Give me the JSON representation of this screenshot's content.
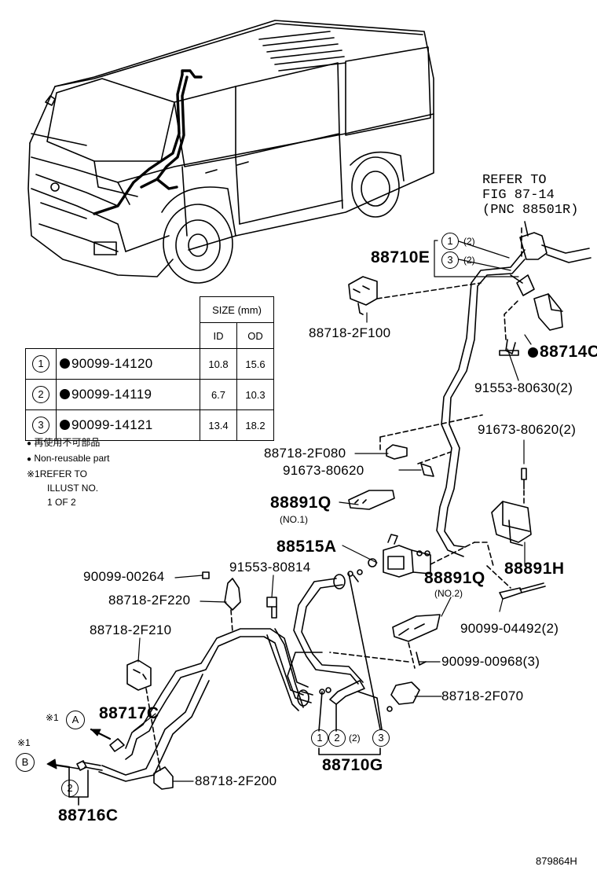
{
  "refer_box": {
    "line1": "REFER TO",
    "line2": "FIG 87-14",
    "line3": "(PNC 88501R)"
  },
  "size_table": {
    "header_size": "SIZE (mm)",
    "header_id": "ID",
    "header_od": "OD",
    "rows": [
      {
        "no": "1",
        "part": "90099-14120",
        "id": "10.8",
        "od": "15.6"
      },
      {
        "no": "2",
        "part": "90099-14119",
        "id": "6.7",
        "od": "10.3"
      },
      {
        "no": "3",
        "part": "90099-14121",
        "id": "13.4",
        "od": "18.2"
      }
    ]
  },
  "notes": {
    "jp": "再使用不可部品",
    "en": "Non-reusable part",
    "ref_mark": "※1",
    "ref1": "REFER TO",
    "ref2": "ILLUST NO.",
    "ref3": "1 OF 2"
  },
  "callouts": {
    "c1": "1",
    "c2": "2",
    "c3": "3",
    "qty2": "(2)",
    "A": "A",
    "B": "B",
    "mark": "※1"
  },
  "parts": {
    "p88710E": "88710E",
    "p88718_2F100": "88718-2F100",
    "p88714C": "88714C",
    "p91553_80630": "91553-80630(2)",
    "p91673_80620_2": "91673-80620(2)",
    "p88718_2F080": "88718-2F080",
    "p91673_80620": "91673-80620",
    "p88891Q_1": "88891Q",
    "no1": "(NO.1)",
    "p88515A": "88515A",
    "p88891H": "88891H",
    "p90099_00264": "90099-00264",
    "p91553_80814": "91553-80814",
    "p88718_2F220": "88718-2F220",
    "p88891Q_2": "88891Q",
    "no2": "(NO.2)",
    "p90099_04492": "90099-04492(2)",
    "p88718_2F210": "88718-2F210",
    "p90099_00968": "90099-00968(3)",
    "p88718_2F070": "88718-2F070",
    "p88717C": "88717C",
    "p88718_2F200": "88718-2F200",
    "p88710G": "88710G",
    "p88716C": "88716C"
  },
  "footer_code": "879864H"
}
